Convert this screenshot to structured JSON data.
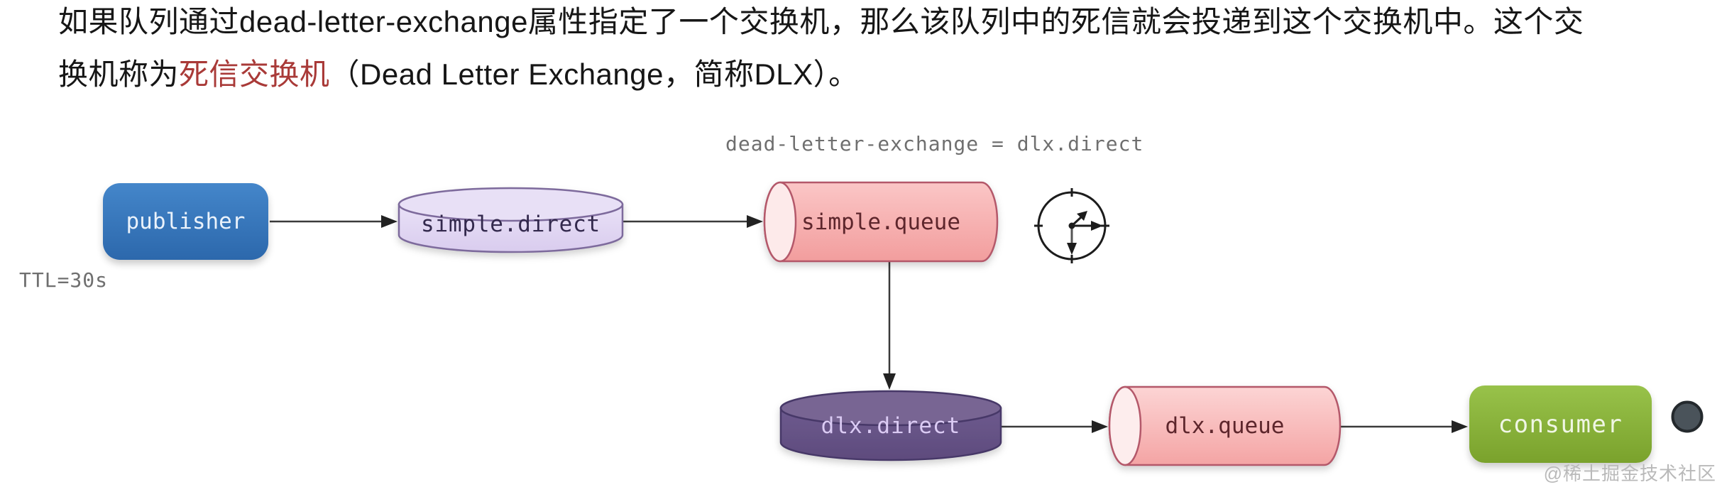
{
  "paragraph": {
    "line1": "如果队列通过dead-letter-exchange属性指定了一个交换机，那么该队列中的死信就会投递到这个交换机中。这个交",
    "line2_pre": "换机称为",
    "line2_highlight": "死信交换机",
    "line2_post": "（Dead Letter Exchange，简称DLX）。",
    "highlight_color": "#a93a38"
  },
  "diagram": {
    "annotation": "dead-letter-exchange = dlx.direct",
    "ttl_label": "TTL=30s",
    "publisher_label": "publisher",
    "simple_direct_label": "simple.direct",
    "simple_queue_label": "simple.queue",
    "dlx_direct_label": "dlx.direct",
    "dlx_queue_label": "dlx.queue",
    "consumer_label": "consumer",
    "icons": {
      "clock": "ttl-timer-clock-icon",
      "endpoint": "terminal-dot-icon"
    },
    "colors": {
      "publisher_blue": "#3574b8",
      "exchange_lavender": "#e3daf3",
      "exchange_purple": "#665387",
      "queue_pink": "#f7b2b2",
      "consumer_green": "#8ab33b",
      "arrow": "#3a3a3a",
      "label_gray": "#6f6f6f"
    }
  },
  "watermark": "@稀土掘金技术社区"
}
